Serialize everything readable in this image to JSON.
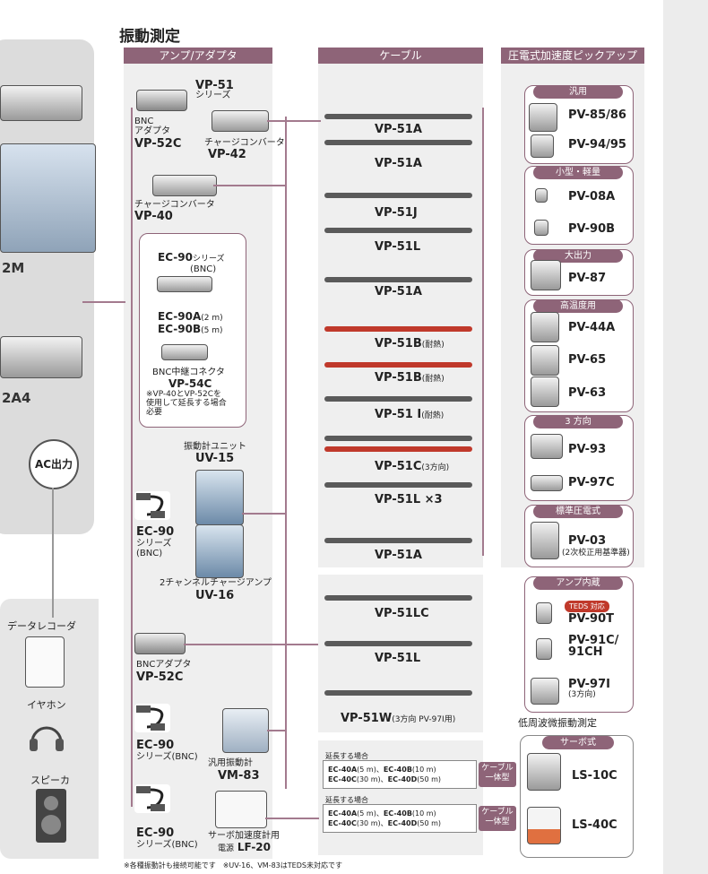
{
  "title": "振動測定",
  "col_heads": {
    "amp": "アンプ/アダプタ",
    "cable": "ケーブル",
    "pickup": "圧電式加速度ピックアップ"
  },
  "left": {
    "m2": "2M",
    "m2a4": "2A4",
    "ac": "AC出力",
    "datarec": "データレコーダ",
    "earphone": "イヤホン",
    "speaker": "スピーカ"
  },
  "amps": {
    "vp51_model": "VP-51",
    "vp51_sub": "シリーズ",
    "bnc1_label": "BNC\nアダプタ",
    "bnc1_model": "VP-52C",
    "cc1_label": "チャージコンバータ",
    "cc1_model": "VP-42",
    "cc2_label": "チャージコンバータ",
    "cc2_model": "VP-40",
    "ec90_model": "EC-90",
    "ec90_sub": "シリーズ",
    "ec90_bnc": "(BNC)",
    "ec90a": "EC-90A",
    "ec90a_len": "(2 m)",
    "ec90b": "EC-90B",
    "ec90b_len": "(5 m)",
    "bncrelay": "BNC中継コネクタ",
    "vp54c": "VP-54C",
    "note": "※VP-40とVP-52Cを\n使用して延長する場合\n必要",
    "uv15_label": "振動計ユニット",
    "uv15": "UV-15",
    "ec90_2": "EC-90",
    "ec90_2_sub": "シリーズ\n(BNC)",
    "uv16_label": "2チャンネルチャージアンプ",
    "uv16": "UV-16",
    "bnc2_label": "BNCアダプタ",
    "bnc2": "VP-52C",
    "ec90_3": "EC-90",
    "ec90_3_sub": "シリーズ(BNC)",
    "vm83_label": "汎用振動計",
    "vm83": "VM-83",
    "ec90_4": "EC-90",
    "ec90_4_sub": "シリーズ(BNC)",
    "lf20_label": "サーボ加速度計用",
    "lf20_prefix": "電源",
    "lf20": "LF-20"
  },
  "cables": [
    {
      "model": "VP-51A",
      "note": ""
    },
    {
      "model": "VP-51A",
      "note": ""
    },
    {
      "model": "VP-51J",
      "note": ""
    },
    {
      "model": "VP-51L",
      "note": ""
    },
    {
      "model": "VP-51A",
      "note": ""
    },
    {
      "model": "VP-51B",
      "note": "(耐熱)"
    },
    {
      "model": "VP-51B",
      "note": "(耐熱)"
    },
    {
      "model": "VP-51 I",
      "note": "(耐熱)"
    },
    {
      "model": "VP-51C",
      "note": "(3方向)"
    },
    {
      "model": "VP-51L ×3",
      "note": ""
    },
    {
      "model": "VP-51A",
      "note": ""
    },
    {
      "model": "VP-51LC",
      "note": ""
    },
    {
      "model": "VP-51L",
      "note": ""
    },
    {
      "model": "VP-51W",
      "note": "(3方向 PV-97I用)"
    }
  ],
  "groups": {
    "g1": "汎用",
    "g2": "小型・軽量",
    "g3": "大出力",
    "g4": "高温度用",
    "g5": "3 方向",
    "g6": "標準圧電式",
    "g7": "アンプ内蔵",
    "g8": "サーボ式"
  },
  "pickups": {
    "pv8586": "PV-85/86",
    "pv9495": "PV-94/95",
    "pv08a": "PV-08A",
    "pv90b": "PV-90B",
    "pv87": "PV-87",
    "pv44a": "PV-44A",
    "pv65": "PV-65",
    "pv63": "PV-63",
    "pv93": "PV-93",
    "pv97c": "PV-97C",
    "pv03": "PV-03",
    "pv03_sub": "(2次校正用基準器)",
    "teds": "TEDS 対応",
    "pv90t": "PV-90T",
    "pv91c": "PV-91C/",
    "pv91ch": "91CH",
    "pv97i": "PV-97I",
    "pv97i_sub": "(3方向)",
    "lowfreq": "低周波微振動測定",
    "ls10c": "LS-10C",
    "ls40c": "LS-40C"
  },
  "ext": {
    "label": "延長する場合",
    "l1a": "EC-40A",
    "l1a_len": "(5 m)、",
    "l1b": "EC-40B",
    "l1b_len": "(10 m)",
    "l2a": "EC-40C",
    "l2a_len": "(30 m)、",
    "l2b": "EC-40D",
    "l2b_len": "(50 m)",
    "tag": "ケーブル\n一体型"
  },
  "footnote": "※各種振動計も接続可能です　※UV-16、VM-83はTEDS未対応です",
  "colors": {
    "accent": "#8e6478",
    "line": "#a37a8e",
    "heat": "#c0392b"
  }
}
